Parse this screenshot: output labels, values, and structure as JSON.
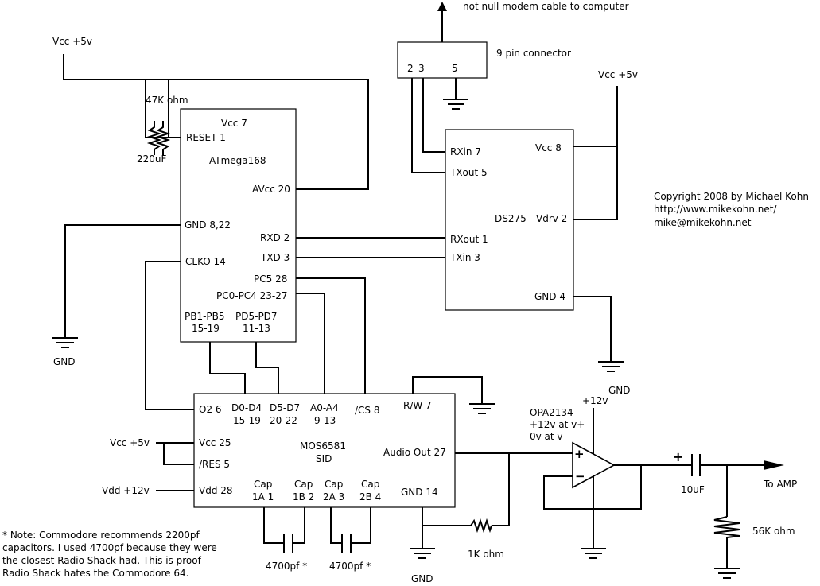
{
  "header": {
    "cable": "not null modem cable to computer",
    "connector": "9 pin connector",
    "connector_pins": [
      "2",
      "3",
      "5"
    ]
  },
  "power": {
    "vcc_left": "Vcc +5v",
    "vcc_right": "Vcc +5v",
    "vcc_sid": "Vcc +5v",
    "vdd_sid": "Vdd +12v"
  },
  "components": {
    "r47k": "47K ohm",
    "c220": "220uF",
    "r1k": "1K ohm",
    "c10": "10uF",
    "r56k": "56K ohm",
    "cap1": "4700pf *",
    "cap2": "4700pf *",
    "to_amp": "To AMP",
    "opamp_name": "OPA2134",
    "opamp_v1": "+12v at v+",
    "opamp_v2": "0v at v-",
    "opamp_plus12": "+12v",
    "plus": "+",
    "minus": "−",
    "cap10_plus": "+"
  },
  "grounds": {
    "gnd_left": "GND",
    "gnd_ds275": "GND",
    "gnd_sid": "GND"
  },
  "atmega": {
    "name": "ATmega168",
    "vcc": "Vcc 7",
    "reset": "RESET 1",
    "avcc": "AVcc 20",
    "gnd": "GND 8,22",
    "rxd": "RXD 2",
    "txd": "TXD 3",
    "clko": "CLKO 14",
    "pc5": "PC5 28",
    "pc04": "PC0-PC4 23-27",
    "pb_a": "PB1-PB5",
    "pb_b": "15-19",
    "pd_a": "PD5-PD7",
    "pd_b": "11-13"
  },
  "ds275": {
    "name": "DS275",
    "rxin": "RXin 7",
    "txout": "TXout 5",
    "rxout": "RXout 1",
    "txin": "TXin 3",
    "vcc": "Vcc 8",
    "vdrv": "Vdrv 2",
    "gnd": "GND 4"
  },
  "sid": {
    "name": "MOS6581",
    "name2": "SID",
    "o2": "O2 6",
    "d04_a": "D0-D4",
    "d04_b": "15-19",
    "d57_a": "D5-D7",
    "d57_b": "20-22",
    "a04_a": "A0-A4",
    "a04_b": "9-13",
    "cs": "/CS 8",
    "rw": "R/W 7",
    "vcc": "Vcc 25",
    "res": "/RES 5",
    "vdd": "Vdd 28",
    "audio": "Audio Out 27",
    "gnd": "GND 14",
    "cap1a_a": "Cap",
    "cap1a_b": "1A 1",
    "cap1b_a": "Cap",
    "cap1b_b": "1B 2",
    "cap2a_a": "Cap",
    "cap2a_b": "2A 3",
    "cap2b_a": "Cap",
    "cap2b_b": "2B 4"
  },
  "copyright": {
    "line1": "Copyright 2008 by Michael Kohn",
    "line2": "http://www.mikekohn.net/",
    "line3": "mike@mikekohn.net"
  },
  "note": {
    "line1": "* Note: Commodore recommends 2200pf",
    "line2": "capacitors.  I used 4700pf because they were",
    "line3": "the closest Radio Shack had.  This is proof",
    "line4": "Radio Shack hates the Commodore 64."
  }
}
